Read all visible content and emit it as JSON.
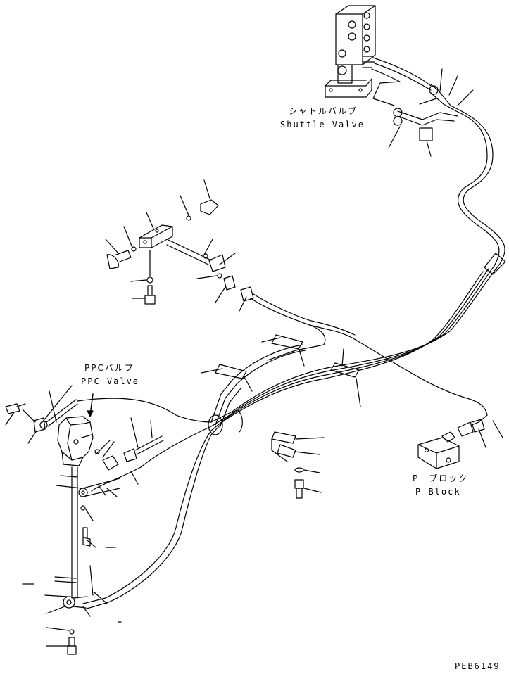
{
  "labels": {
    "shuttle_jp": "シャトルバルブ",
    "shuttle_en": "Shuttle Valve",
    "ppc_jp": "PPCバルブ",
    "ppc_en": "PPC Valve",
    "pblock_jp": "P－ブロック",
    "pblock_en": "P-Block",
    "drawing_code": "PEB6149"
  },
  "line_color": "#000000"
}
